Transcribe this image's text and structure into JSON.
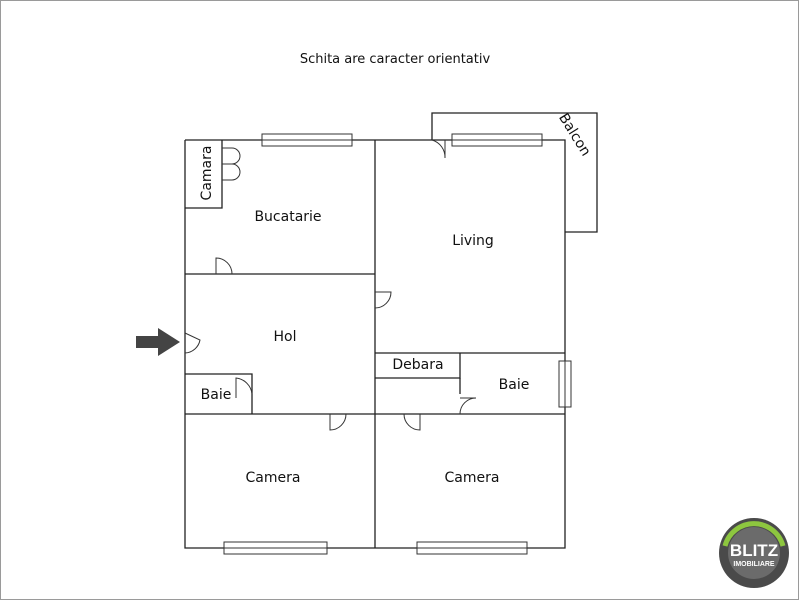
{
  "title": "Schita are caracter orientativ",
  "rooms": {
    "camara": "Camara",
    "bucatarie": "Bucatarie",
    "living": "Living",
    "balcon": "Balcon",
    "hol": "Hol",
    "debara": "Debara",
    "baie_left": "Baie",
    "baie_right": "Baie",
    "camera_left": "Camera",
    "camera_right": "Camera"
  },
  "logo": {
    "name": "BLITZ",
    "subtitle": "IMOBILIARE",
    "colors": {
      "ring_dark": "#4a4a4a",
      "ring_accent": "#8dc63f",
      "core": "#6b6b6b"
    }
  },
  "colors": {
    "wall": "#222222",
    "arrow": "#444444"
  }
}
